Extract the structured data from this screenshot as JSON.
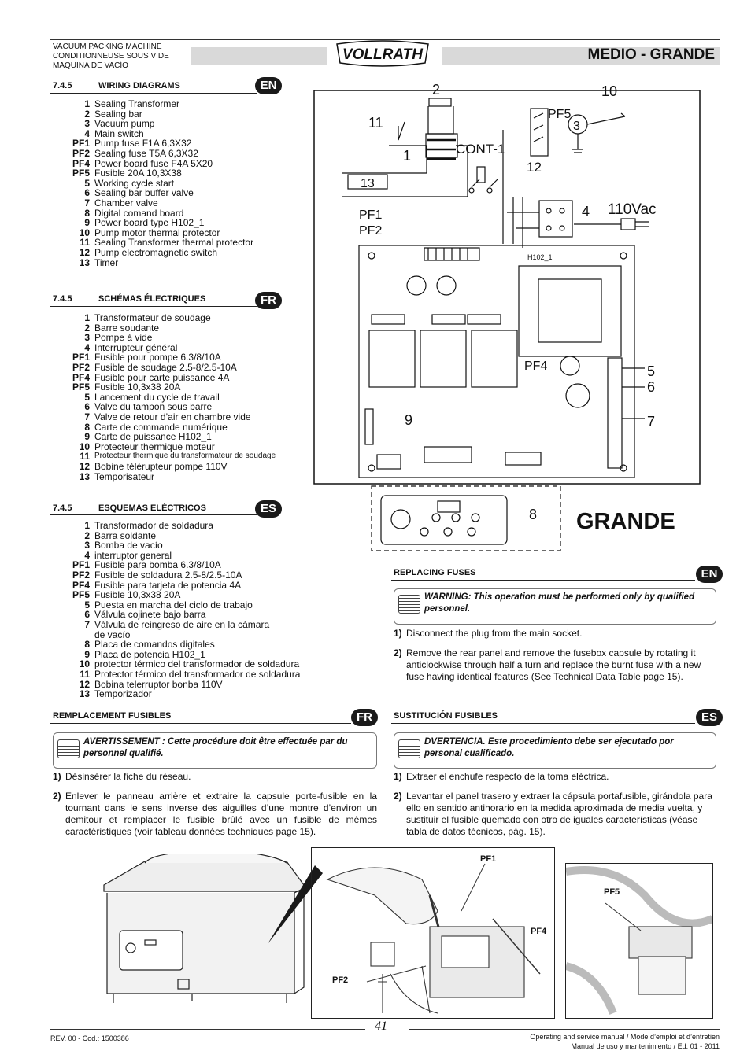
{
  "header": {
    "lines": [
      "VACUUM PACKING MACHINE",
      "CONDITIONNEUSE SOUS VIDE",
      "MAQUINA DE VACÍO"
    ],
    "brand": "VOLLRATH",
    "title": "MEDIO - GRANDE"
  },
  "sections": {
    "en_wiring": {
      "num": "7.4.5",
      "title": "WIRING DIAGRAMS",
      "lang": "EN",
      "items": [
        {
          "n": "1",
          "t": "Sealing Transformer"
        },
        {
          "n": "2",
          "t": "Sealing bar"
        },
        {
          "n": "3",
          "t": "Vacuum pump"
        },
        {
          "n": "4",
          "t": "Main switch"
        },
        {
          "n": "PF1",
          "t": "Pump fuse F1A 6,3X32"
        },
        {
          "n": "PF2",
          "t": "Sealing fuse T5A 6,3X32"
        },
        {
          "n": "PF4",
          "t": "Power board fuse F4A 5X20"
        },
        {
          "n": "PF5",
          "t": "Fusible 20A 10,3X38"
        },
        {
          "n": "5",
          "t": "Working cycle start"
        },
        {
          "n": "6",
          "t": "Sealing bar buffer valve"
        },
        {
          "n": "7",
          "t": "Chamber valve"
        },
        {
          "n": "8",
          "t": "Digital comand board"
        },
        {
          "n": "9",
          "t": "Power board type H102_1"
        },
        {
          "n": "10",
          "t": "Pump motor thermal protector"
        },
        {
          "n": "11",
          "t": "Sealing Transformer thermal protector"
        },
        {
          "n": "12",
          "t": "Pump electromagnetic switch"
        },
        {
          "n": "13",
          "t": "Timer"
        }
      ]
    },
    "fr_wiring": {
      "num": "7.4.5",
      "title": "SCHÉMAS ÉLECTRIQUES",
      "lang": "FR",
      "items": [
        {
          "n": "1",
          "t": "Transformateur de soudage"
        },
        {
          "n": "2",
          "t": "Barre soudante"
        },
        {
          "n": "3",
          "t": "Pompe à vide"
        },
        {
          "n": "4",
          "t": "Interrupteur général"
        },
        {
          "n": "PF1",
          "t": "Fusible pour pompe 6.3/8/10A"
        },
        {
          "n": "PF2",
          "t": "Fusible de soudage 2.5-8/2.5-10A"
        },
        {
          "n": "PF4",
          "t": "Fusible pour carte puissance 4A"
        },
        {
          "n": "PF5",
          "t": "Fusible 10,3x38 20A"
        },
        {
          "n": "5",
          "t": "Lancement du cycle de travail"
        },
        {
          "n": "6",
          "t": "Valve du tampon sous barre"
        },
        {
          "n": "7",
          "t": "Valve de retour  d’air en chambre vide"
        },
        {
          "n": "8",
          "t": "Carte de commande numérique"
        },
        {
          "n": "9",
          "t": "Carte de puissance H102_1"
        },
        {
          "n": "10",
          "t": "Protecteur thermique moteur"
        },
        {
          "n": "11",
          "t": "Protecteur thermique du transformateur de soudage",
          "small": true
        },
        {
          "n": "12",
          "t": "Bobine télérupteur pompe 110V"
        },
        {
          "n": "13",
          "t": "Temporisateur"
        }
      ]
    },
    "es_wiring": {
      "num": "7.4.5",
      "title": "ESQUEMAS ELÉCTRICOS",
      "lang": "ES",
      "items": [
        {
          "n": "1",
          "t": "Transformador de soldadura"
        },
        {
          "n": "2",
          "t": "Barra soldante"
        },
        {
          "n": "3",
          "t": "Bomba de vacío"
        },
        {
          "n": "4",
          "t": "interruptor general"
        },
        {
          "n": "PF1",
          "t": "Fusible para bomba 6.3/8/10A"
        },
        {
          "n": "PF2",
          "t": "Fusible de soldadura 2.5-8/2.5-10A"
        },
        {
          "n": "PF4",
          "t": "Fusible para tarjeta de potencia 4A"
        },
        {
          "n": "PF5",
          "t": "Fusible 10,3x38 20A"
        },
        {
          "n": "5",
          "t": "Puesta en marcha del ciclo de trabajo"
        },
        {
          "n": "6",
          "t": "Válvula cojinete bajo barra"
        },
        {
          "n": "7",
          "t": "Válvula de reingreso de aire en la cámara"
        },
        {
          "n": "",
          "t": "de vacío"
        },
        {
          "n": "8",
          "t": "Placa de comandos digitales"
        },
        {
          "n": "9",
          "t": "Placa de potencia H102_1"
        },
        {
          "n": "10",
          "t": "protector térmico del transformador de soldadura"
        },
        {
          "n": "11",
          "t": "Protector térmico del transformador de soldadura"
        },
        {
          "n": "12",
          "t": "Bobina telerruptor bonba 110V"
        },
        {
          "n": "13",
          "t": "Temporizador"
        }
      ]
    },
    "en_fuses": {
      "title": "REPLACING FUSES",
      "lang": "EN",
      "warning": "WARNING: This operation must be performed only by qualified personnel.",
      "steps": [
        {
          "n": "1)",
          "t": "Disconnect the plug from the main socket."
        },
        {
          "n": "2)",
          "t": "Remove the rear panel and remove the fusebox capsule by rotating it anticlockwise through half a turn and replace the burnt fuse with a new fuse having identical features (See Technical Data Table page 15)."
        }
      ]
    },
    "fr_fuses": {
      "title": "REMPLACEMENT FUSIBLES",
      "lang": "FR",
      "warning": "AVERTISSEMENT : Cette procédure doit être effectuée par du personnel qualifié.",
      "steps": [
        {
          "n": "1)",
          "t": "Désinsérer la fiche du réseau."
        },
        {
          "n": "2)",
          "t": "Enlever le panneau arrière et extraire la capsule porte-fusible en la tournant dans le sens inverse des aiguilles d’une montre d’environ un demitour et remplacer le fusible brûlé avec un fusible de mêmes caractéristiques (voir tableau données techniques page 15)."
        }
      ]
    },
    "es_fuses": {
      "title": "SUSTITUCIÓN FUSIBLES",
      "lang": "ES",
      "warning": "DVERTENCIA. Este procedimiento debe ser ejecutado por personal cualificado.",
      "steps": [
        {
          "n": "1)",
          "t": "Extraer el enchufe respecto de la toma eléctrica."
        },
        {
          "n": "2)",
          "t": "Levantar el panel trasero y extraer la cápsula portafusible, girándola para ello en sentido antihorario en la medida aproximada de media vuelta, y sustituir el fusible quemado con otro de iguales características (véase tabla de datos técnicos, pág. 15)."
        }
      ]
    }
  },
  "diagram": {
    "labels": {
      "l2": "2",
      "l10": "10",
      "l11": "11",
      "l1": "1",
      "l3": "3",
      "l12": "12",
      "l13": "13",
      "l4": "4",
      "pf5": "PF5",
      "cont1": "CONT-1",
      "v110": "110Vac",
      "pf1": "PF1",
      "pf2": "PF2",
      "h102": "H102_1",
      "pf4": "PF4",
      "l5": "5",
      "l6": "6",
      "l7": "7",
      "l9": "9",
      "l8": "8"
    },
    "grande": "GRANDE"
  },
  "photos": {
    "pf1": "PF1",
    "pf2": "PF2",
    "pf4": "PF4",
    "pf5": "PF5"
  },
  "footer": {
    "left": "REV. 00 - Cod.: 1500386",
    "page": "41",
    "right1": "Operating and service manual / Mode d’emploi et d’entretien",
    "right2": "Manual de uso y mantenimiento / Ed. 01 - 2011"
  }
}
